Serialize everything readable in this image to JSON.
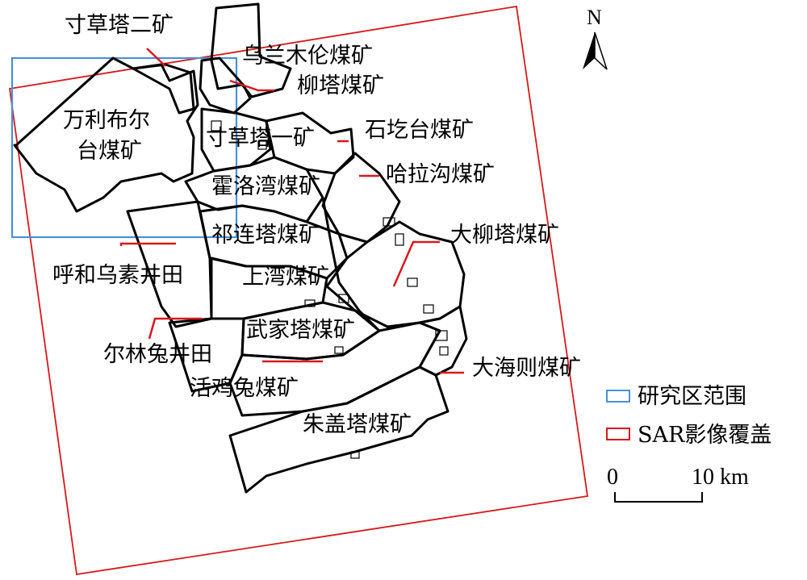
{
  "north": {
    "label": "N",
    "icon": "north-arrow-icon"
  },
  "mines": [
    {
      "id": "cuncaota-2",
      "label": "寸草塔二矿"
    },
    {
      "id": "wulanmulun",
      "label": "乌兰木伦煤矿"
    },
    {
      "id": "liuta",
      "label": "柳塔煤矿"
    },
    {
      "id": "wanlibuer",
      "label": "万利布尔\n台煤矿"
    },
    {
      "id": "cuncaota-1",
      "label": "寸草塔一矿"
    },
    {
      "id": "shigetai",
      "label": "石圪台煤矿"
    },
    {
      "id": "huoluowan",
      "label": "霍洛湾煤矿"
    },
    {
      "id": "halagou",
      "label": "哈拉沟煤矿"
    },
    {
      "id": "qiliangta",
      "label": "祁连塔煤矿"
    },
    {
      "id": "daliuta",
      "label": "大柳塔煤矿"
    },
    {
      "id": "huhewusu",
      "label": "呼和乌素井田"
    },
    {
      "id": "shangwan",
      "label": "上湾煤矿"
    },
    {
      "id": "wujiata",
      "label": "武家塔煤矿"
    },
    {
      "id": "erlintu",
      "label": "尔林兔井田"
    },
    {
      "id": "huojitu",
      "label": "活鸡兔煤矿"
    },
    {
      "id": "dahaize",
      "label": "大海则煤矿"
    },
    {
      "id": "zhugaita",
      "label": "朱盖塔煤矿"
    }
  ],
  "legend": {
    "study_area": {
      "label": "研究区范围",
      "color": "#4a90d9"
    },
    "sar_coverage": {
      "label": "SAR影像覆盖",
      "color": "#d7191c"
    }
  },
  "scale_bar": {
    "start": "0",
    "end": "10 km"
  },
  "colors": {
    "boundary": "#000000",
    "leader": "#d7191c"
  }
}
